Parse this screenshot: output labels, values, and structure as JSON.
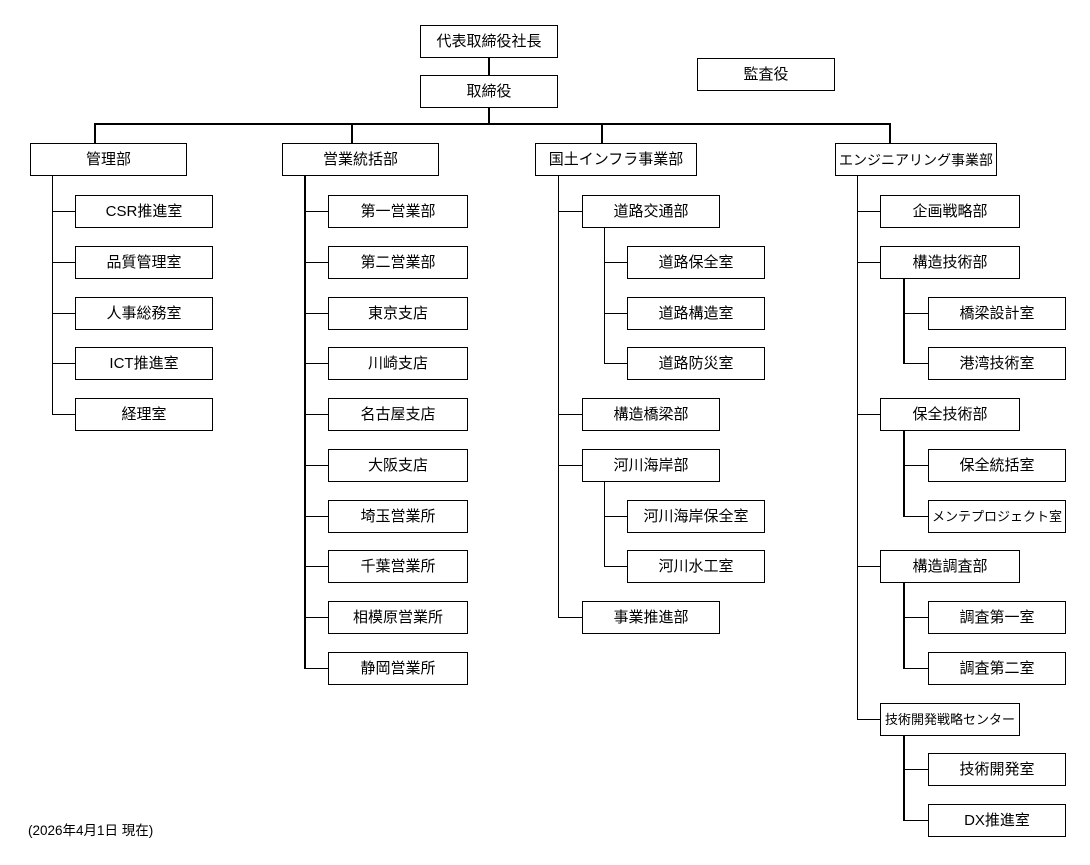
{
  "colors": {
    "line": "#000000",
    "background": "#ffffff",
    "text": "#000000"
  },
  "top": {
    "president": "代表取締役社長",
    "directors": "取締役",
    "auditor": "監査役"
  },
  "departments": [
    {
      "label": "管理部",
      "children": [
        {
          "label": "CSR推進室"
        },
        {
          "label": "品質管理室"
        },
        {
          "label": "人事総務室"
        },
        {
          "label": "ICT推進室"
        },
        {
          "label": "経理室"
        }
      ]
    },
    {
      "label": "営業統括部",
      "children": [
        {
          "label": "第一営業部"
        },
        {
          "label": "第二営業部"
        },
        {
          "label": "東京支店"
        },
        {
          "label": "川崎支店"
        },
        {
          "label": "名古屋支店"
        },
        {
          "label": "大阪支店"
        },
        {
          "label": "埼玉営業所"
        },
        {
          "label": "千葉営業所"
        },
        {
          "label": "相模原営業所"
        },
        {
          "label": "静岡営業所"
        }
      ]
    },
    {
      "label": "国土インフラ事業部",
      "children": [
        {
          "label": "道路交通部",
          "children": [
            {
              "label": "道路保全室"
            },
            {
              "label": "道路構造室"
            },
            {
              "label": "道路防災室"
            }
          ]
        },
        {
          "label": "構造橋梁部"
        },
        {
          "label": "河川海岸部",
          "children": [
            {
              "label": "河川海岸保全室"
            },
            {
              "label": "河川水工室"
            }
          ]
        },
        {
          "label": "事業推進部"
        }
      ]
    },
    {
      "label": "エンジニアリング事業部",
      "children": [
        {
          "label": "企画戦略部"
        },
        {
          "label": "構造技術部",
          "children": [
            {
              "label": "橋梁設計室"
            },
            {
              "label": "港湾技術室"
            }
          ]
        },
        {
          "label": "保全技術部",
          "children": [
            {
              "label": "保全統括室"
            },
            {
              "label": "メンテプロジェクト室"
            }
          ]
        },
        {
          "label": "構造調査部",
          "children": [
            {
              "label": "調査第一室"
            },
            {
              "label": "調査第二室"
            }
          ]
        },
        {
          "label": "技術開発戦略センター",
          "children": [
            {
              "label": "技術開発室"
            },
            {
              "label": "DX推進室"
            }
          ]
        }
      ]
    }
  ],
  "footer": {
    "date_note": "(2026年4月1日 現在)"
  }
}
